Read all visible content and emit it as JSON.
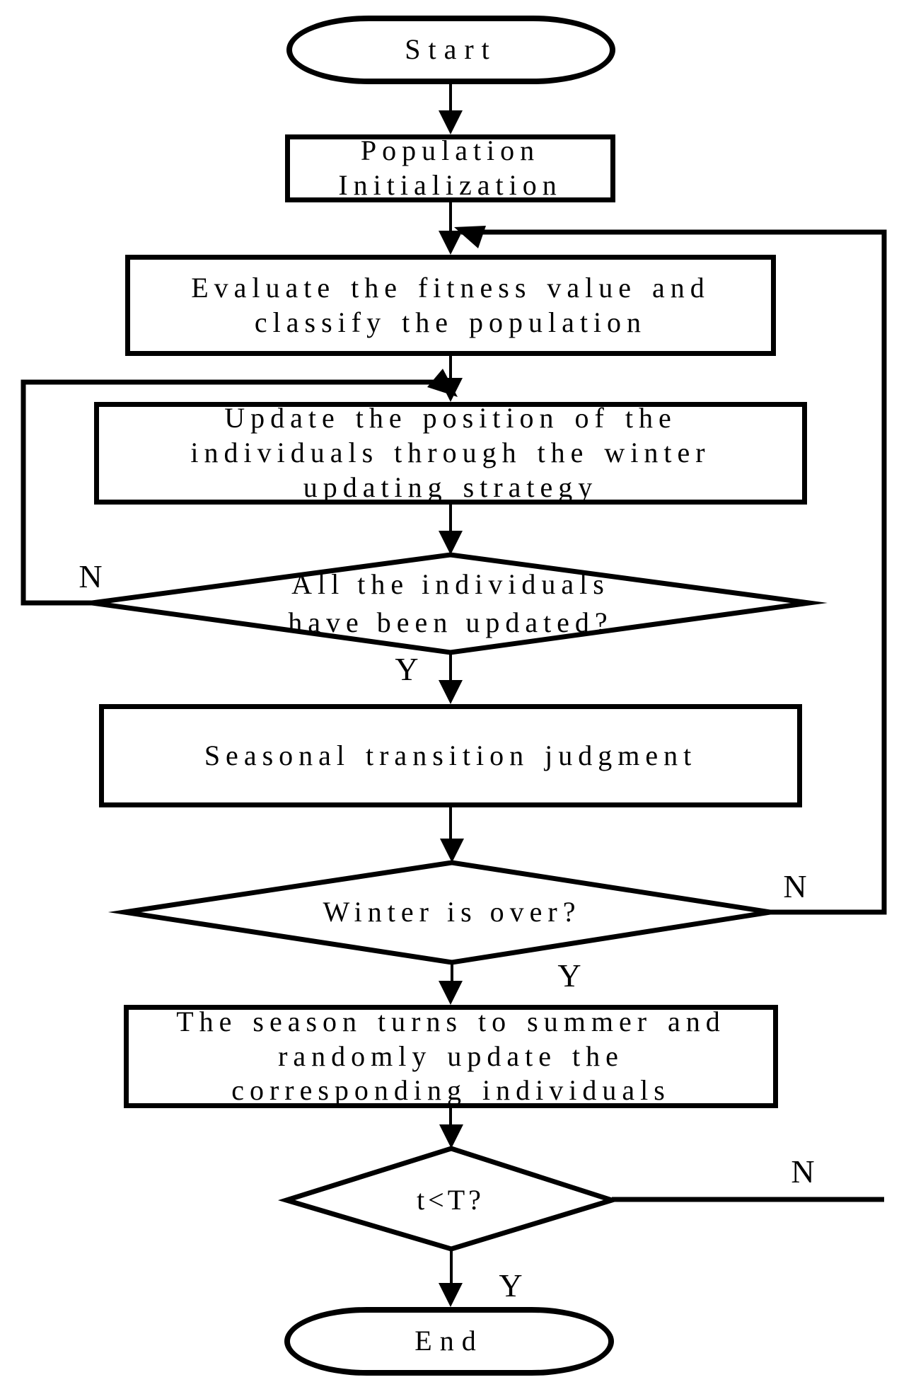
{
  "diagram_type": "flowchart",
  "nodes": {
    "start": {
      "label": "Start",
      "shape": "terminator"
    },
    "population_initialization": {
      "label": "Population\nInitialization",
      "shape": "process"
    },
    "evaluate_fitness": {
      "label": "Evaluate the fitness value and\nclassify the population",
      "shape": "process"
    },
    "winter_update": {
      "label": "Update the position of the\nindividuals through the winter\nupdating strategy",
      "shape": "process"
    },
    "all_updated_decision": {
      "label": "All the individuals\nhave been updated?",
      "shape": "decision"
    },
    "seasonal_judgment": {
      "label": "Seasonal transition judgment",
      "shape": "process"
    },
    "winter_over_decision": {
      "label": "Winter is over?",
      "shape": "decision"
    },
    "summer_update": {
      "label": "The season turns to summer and\nrandomly update the\ncorresponding individuals",
      "shape": "process"
    },
    "iteration_decision": {
      "label": "t<T?",
      "shape": "decision"
    },
    "end": {
      "label": "End",
      "shape": "terminator"
    }
  },
  "edge_labels": {
    "all_updated_no": "N",
    "all_updated_yes": "Y",
    "winter_over_no": "N",
    "winter_over_yes": "Y",
    "iteration_no": "N",
    "iteration_yes": "Y"
  },
  "colors": {
    "stroke": "#000000",
    "background": "#ffffff"
  }
}
